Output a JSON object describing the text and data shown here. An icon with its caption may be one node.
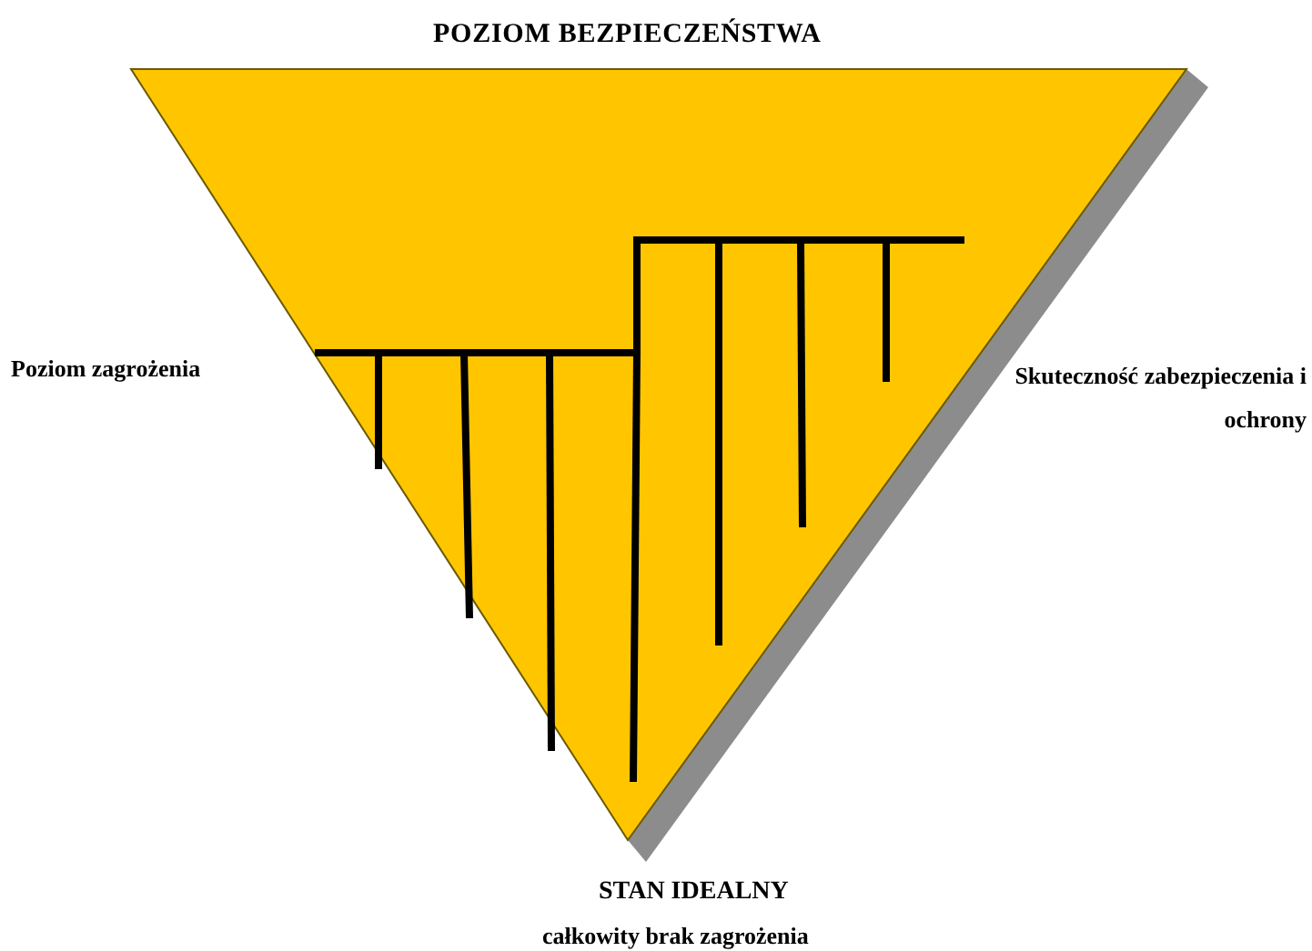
{
  "diagram": {
    "labels": [
      "POZIOM BEZPIECZEŃSTWA",
      "Poziom zagrożenia",
      "Skuteczność zabezpieczenia i ochrony",
      "STAN IDEALNY",
      "całkowity brak zagrożenia"
    ]
  }
}
